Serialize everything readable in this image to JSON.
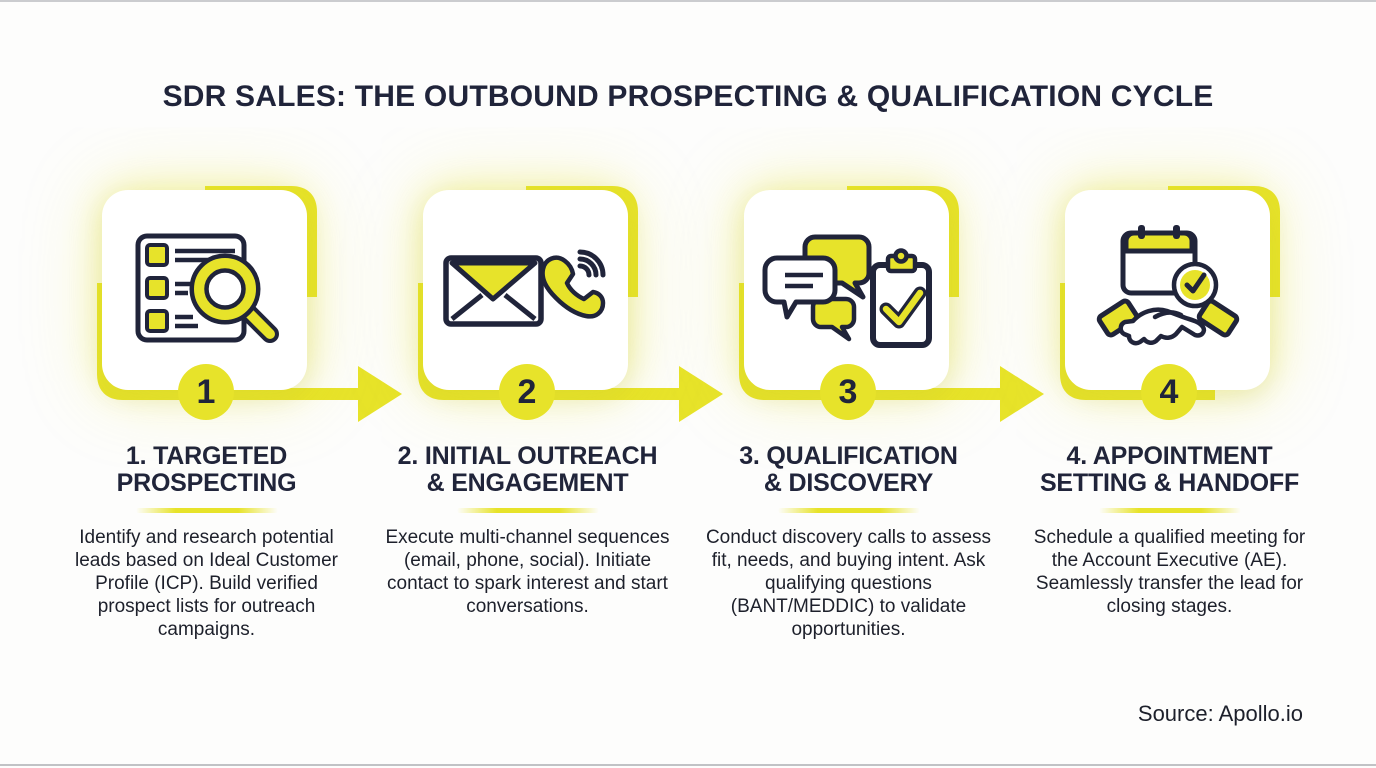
{
  "page": {
    "title": "SDR SALES: THE OUTBOUND PROSPECTING & QUALIFICATION CYCLE",
    "source": "Source: Apollo.io"
  },
  "colors": {
    "accent_yellow": "#e7e32a",
    "navy": "#20243a",
    "body_text": "#1d202b",
    "page_bg": "#fdfdfc"
  },
  "steps": [
    {
      "number": "1",
      "icon": "prospect-list-search-icon",
      "title_line1": "1. TARGETED",
      "title_line2": "PROSPECTING",
      "description": "Identify and research potential leads based on Ideal Customer Profile (ICP). Build verified prospect lists for outreach campaigns."
    },
    {
      "number": "2",
      "icon": "email-phone-icon",
      "title_line1": "2. INITIAL OUTREACH",
      "title_line2": "& ENGAGEMENT",
      "description": "Execute multi-channel sequences (email, phone, social). Initiate contact to spark interest and start conversations."
    },
    {
      "number": "3",
      "icon": "chat-clipboard-check-icon",
      "title_line1": "3. QUALIFICATION",
      "title_line2": "& DISCOVERY",
      "description": "Conduct discovery calls to assess fit, needs, and buying intent. Ask qualifying questions (BANT/MEDDIC) to validate opportunities."
    },
    {
      "number": "4",
      "icon": "calendar-handshake-icon",
      "title_line1": "4. APPOINTMENT",
      "title_line2": "SETTING & HANDOFF",
      "description": "Schedule a qualified meeting for the Account Executive (AE). Seamlessly transfer the lead for closing stages."
    }
  ]
}
